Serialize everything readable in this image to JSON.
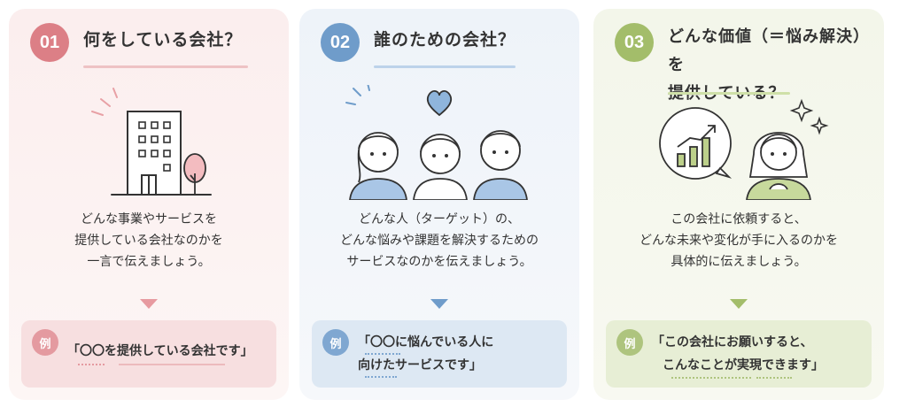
{
  "cards": [
    {
      "number": "01",
      "title": "何をしている会社？",
      "description": [
        "どんな事業やサービスを",
        "提供している会社なのかを",
        "一言で伝えましょう。"
      ],
      "example_badge": "例",
      "example_lines": [
        "「〇〇を提供している会社です」"
      ],
      "accent": "#dc7f86",
      "illustration": "office-building-icon"
    },
    {
      "number": "02",
      "title": "誰のための会社？",
      "description": [
        "どんな人（ターゲット）の、",
        "どんな悩みや課題を解決するための",
        "サービスなのかを伝えましょう。"
      ],
      "example_badge": "例",
      "example_lines": [
        "「〇〇に悩んでいる人に",
        "向けたサービスです」"
      ],
      "accent": "#6f9cca",
      "illustration": "people-heart-icon"
    },
    {
      "number": "03",
      "title_lines": [
        "どんな価値（＝悩み解決）を",
        "提供している？"
      ],
      "description": [
        "この会社に依頼すると、",
        "どんな未来や変化が手に入るのかを",
        "具体的に伝えましょう。"
      ],
      "example_badge": "例",
      "example_lines": [
        "「この会社にお願いすると、",
        "こんなことが実現できます」"
      ],
      "accent": "#a3bd6a",
      "illustration": "growth-chart-woman-icon"
    }
  ]
}
